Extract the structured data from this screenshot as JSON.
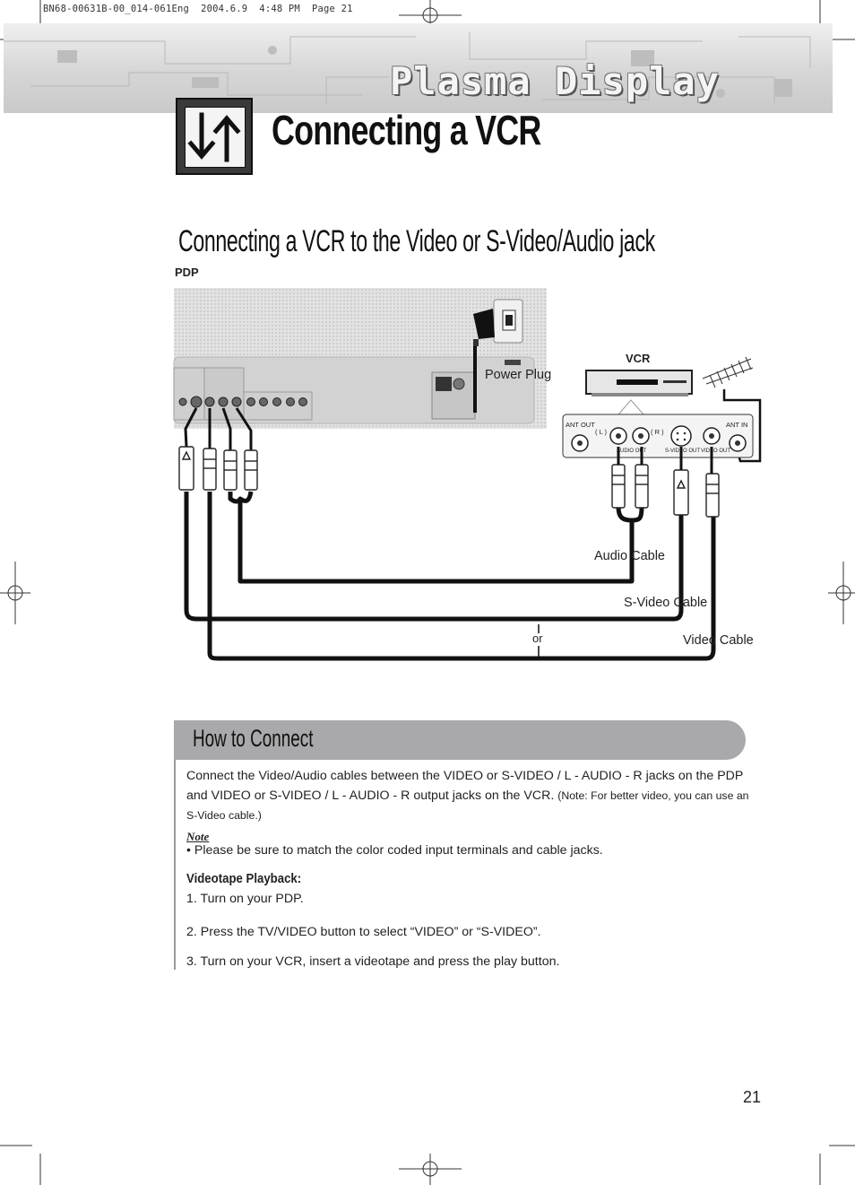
{
  "print_slug": "BN68-00631B-00_014-061Eng  2004.6.9  4:48 PM  Page 21",
  "banner": {
    "product_title": "Plasma Display"
  },
  "page": {
    "heading": "Connecting a VCR",
    "section_heading": "Connecting a VCR to the Video or S-Video/Audio jack",
    "page_number": "21"
  },
  "diagram": {
    "pdp_label": "PDP",
    "vcr_label": "VCR",
    "power_plug_label": "Power Plug",
    "audio_cable_label": "Audio Cable",
    "svideo_cable_label": "S-Video Cable",
    "video_cable_label": "Video Cable",
    "or_label": "or",
    "vcr_jacks": {
      "ant_out": "ANT OUT",
      "left": "( L )",
      "right": "( R )",
      "audio_out": "AUDIO OUT",
      "svideo_out": "S-VIDEO OUT",
      "video_out": "VIDEO OUT",
      "ant_in": "ANT IN"
    }
  },
  "how_to_connect": {
    "title": "How to Connect",
    "intro": "Connect the Video/Audio cables between the VIDEO or S-VIDEO / L - AUDIO - R jacks on the PDP and VIDEO or S-VIDEO / L - AUDIO - R output jacks on the VCR.",
    "intro_note": "(Note: For better video, you can use an S-Video cable.)",
    "note_title": "Note",
    "note_bullet": "•  Please be sure to match the color coded input terminals and cable jacks.",
    "playback_title": "Videotape Playback:",
    "steps": [
      "1.  Turn on your PDP.",
      "2.  Press the TV/VIDEO button to select “VIDEO” or “S-VIDEO”.",
      "3.  Turn on your VCR, insert a videotape and press the play button."
    ]
  }
}
